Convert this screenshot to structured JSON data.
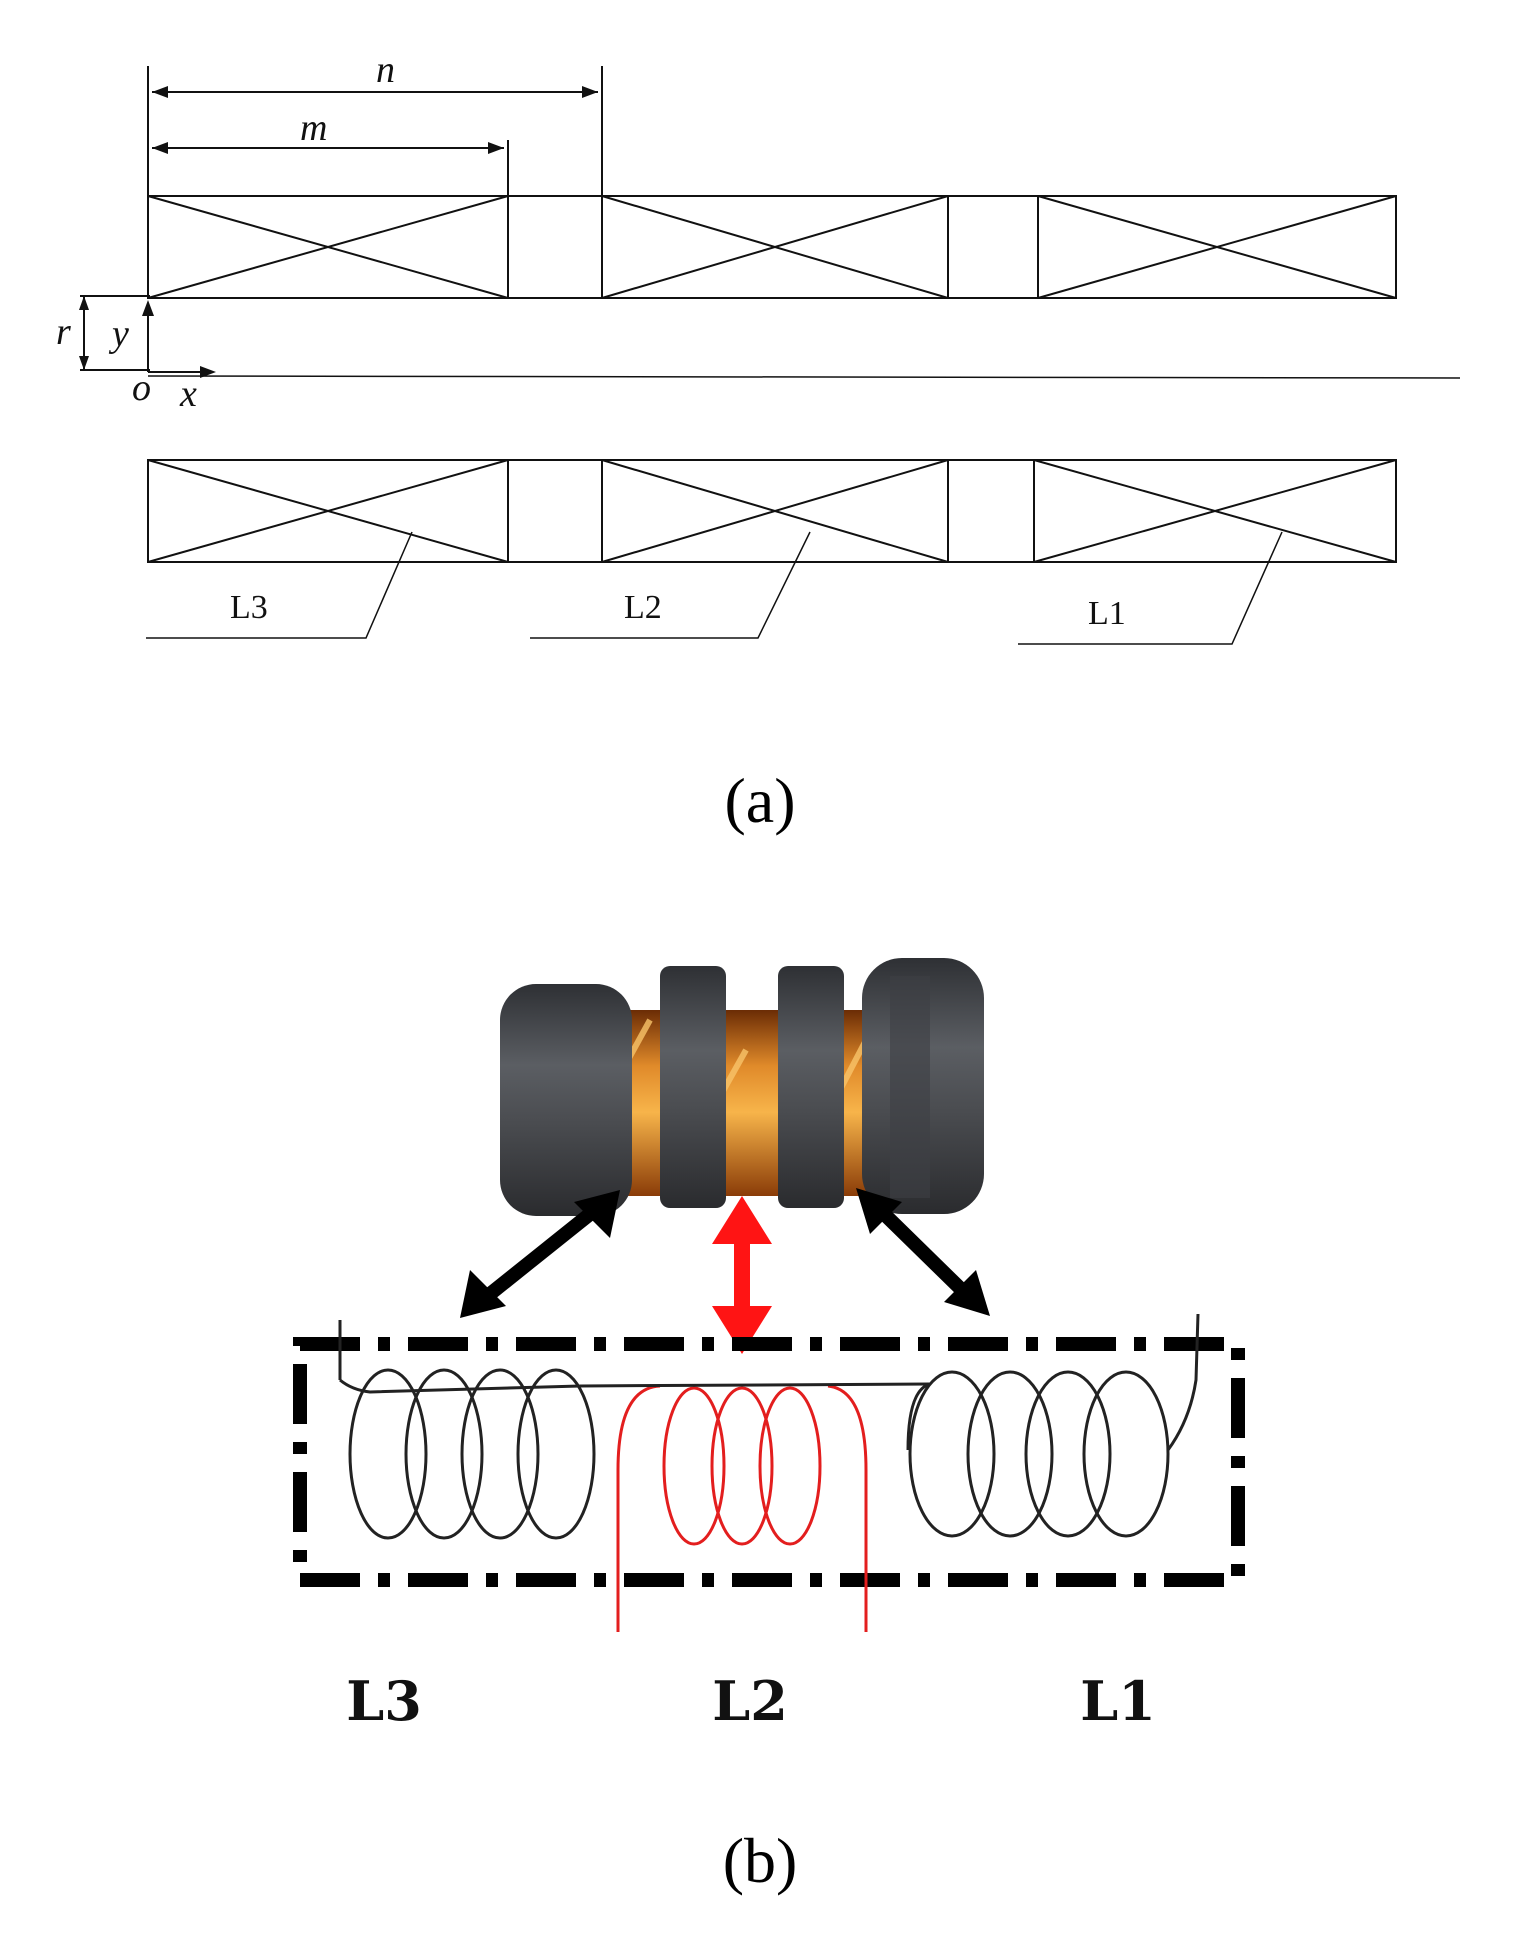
{
  "panel_a": {
    "dim_n": "n",
    "dim_m": "m",
    "dim_r": "r",
    "axis_y": "y",
    "axis_o": "o",
    "axis_x": "x",
    "coil_labels": [
      "L3",
      "L2",
      "L1"
    ],
    "caption": "(a)"
  },
  "panel_b": {
    "coil_labels": [
      "L3",
      "L2",
      "L1"
    ],
    "caption": "(b)",
    "colors": {
      "secondary_coil": "#e31e1e",
      "primary_coil": "#222222",
      "core": "#4a4c50",
      "winding": "#c9701c"
    }
  }
}
